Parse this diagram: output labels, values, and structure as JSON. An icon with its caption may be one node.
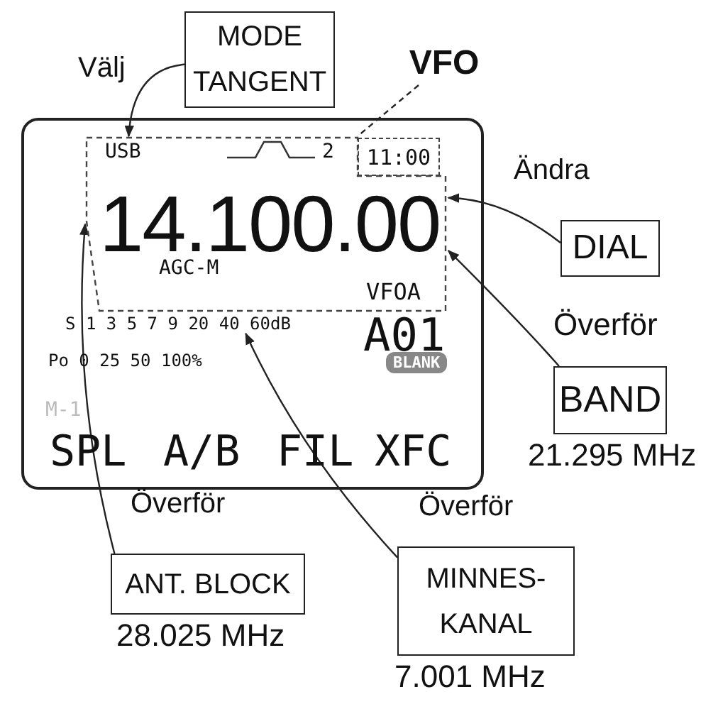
{
  "diagram": {
    "nodes": [
      {
        "text": [
          "MODE TANGENT"
        ],
        "beside": [
          "Välj"
        ]
      },
      {
        "text": [
          "VFO"
        ]
      },
      {
        "text": [
          "A01",
          "Po 0 25 50 100%",
          "BLANK",
          "M-1",
          "SPL",
          "A/B",
          "FIL",
          "XFC"
        ]
      },
      {
        "text": [
          "USB",
          "2",
          "14.100.00",
          "AGC-M",
          "VFOA"
        ],
        "in": 2
      },
      {
        "text": [
          "11:00"
        ],
        "in": 2
      },
      {
        "text": [
          "S 1 3 5 7 9 20 40 60dB"
        ],
        "in": 2
      },
      {
        "text": [
          "DIAL"
        ],
        "beside": [
          "Ändra"
        ]
      },
      {
        "text": [
          "BAND"
        ],
        "beside": [
          "Överför",
          "21.295 MHz"
        ]
      },
      {
        "text": [
          "ANT. BLOCK"
        ],
        "beside": [
          "Överför",
          "28.025 MHz"
        ]
      },
      {
        "text": [
          "MINNES- KANAL"
        ],
        "beside": [
          "Överför",
          "7.001 MHz"
        ]
      }
    ],
    "edges": [
      {
        "from": 0,
        "to": 3,
        "arrow": "to"
      },
      {
        "from": 1,
        "to": 3,
        "arrow": "none",
        "style": "dashed"
      },
      {
        "from": 6,
        "to": 3,
        "arrow": "to"
      },
      {
        "from": 7,
        "to": 3,
        "arrow": "to"
      },
      {
        "from": 8,
        "to": 3,
        "arrow": "to"
      },
      {
        "from": 9,
        "to": 5,
        "arrow": "to"
      }
    ]
  }
}
